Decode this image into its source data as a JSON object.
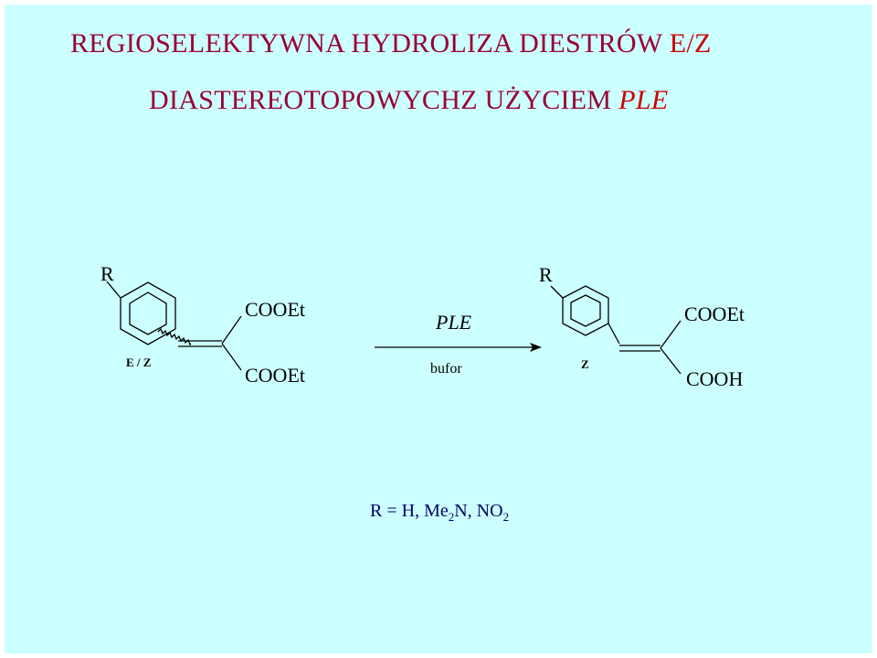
{
  "title": {
    "line1": "REGIOSELEKTYWNA  HYDROLIZA  DIESTRÓW",
    "line1_accent": "E/Z",
    "line2": "DIASTEREOTOPOWYCHZ  UŻYCIEM",
    "line2_accent": "PLE"
  },
  "reactant": {
    "substituent": "R",
    "isomer": "E / Z",
    "group_top": "COOEt",
    "group_bottom": "COOEt"
  },
  "arrow": {
    "reagent": "PLE",
    "condition": "bufor"
  },
  "product": {
    "substituent": "R",
    "isomer": "Z",
    "group_top": "COOEt",
    "group_bottom": "COOH"
  },
  "footnote": {
    "prefix": "R = H,  Me",
    "sub1": "2",
    "mid": "N,  NO",
    "sub2": "2"
  },
  "colors": {
    "background": "#ccffff",
    "title": "#990033",
    "accent": "#cc0000",
    "footnote": "#000066"
  }
}
